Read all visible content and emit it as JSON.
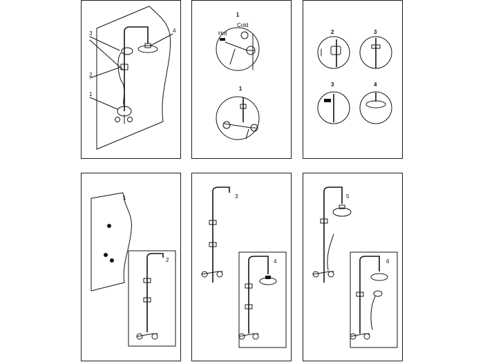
{
  "panel1": {
    "callouts": [
      "1",
      "2",
      "3",
      "4"
    ]
  },
  "panel2": {
    "step_a": "1",
    "step_b": "1",
    "cold_label": "Cold",
    "hot_label": "Hot"
  },
  "panel3": {
    "steps": [
      "2",
      "3",
      "3",
      "4"
    ]
  },
  "panel4": {
    "steps": [
      "1",
      "2"
    ]
  },
  "panel5": {
    "steps": [
      "3",
      "4"
    ]
  },
  "panel6": {
    "steps": [
      "5",
      "6"
    ]
  }
}
